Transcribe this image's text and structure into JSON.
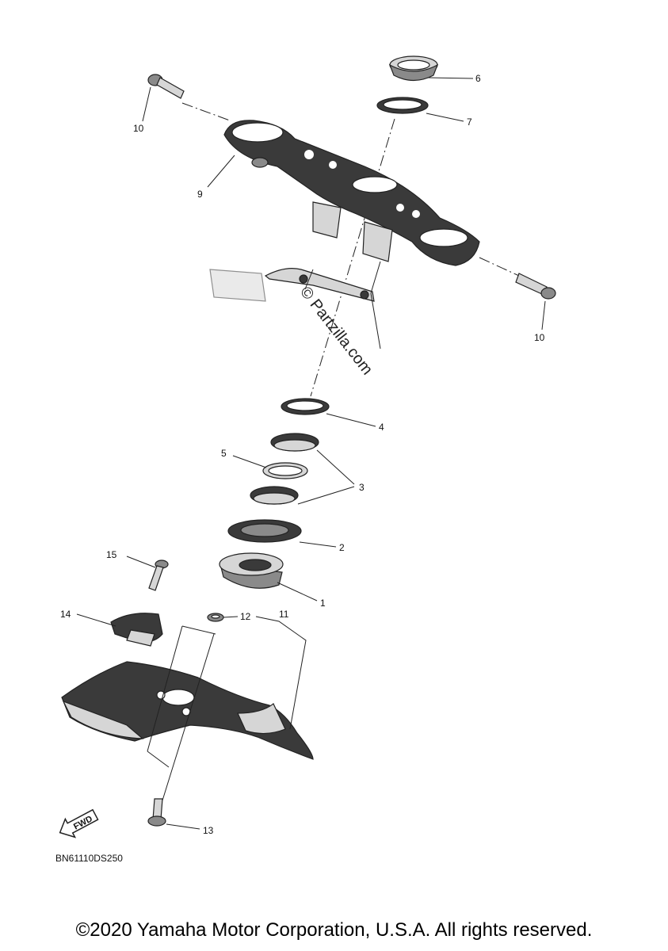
{
  "callouts": {
    "c1": "1",
    "c2": "2",
    "c3": "3",
    "c4": "4",
    "c5": "5",
    "c6": "6",
    "c7": "7",
    "c9": "9",
    "c10a": "10",
    "c10b": "10",
    "c11": "11",
    "c12": "12",
    "c13": "13",
    "c14": "14",
    "c15": "15"
  },
  "fwd_label": "FWD",
  "diagram_code": "BN61110DS250",
  "watermark": "© Partzilla.com",
  "copyright": "©2020 Yamaha Motor Corporation, U.S.A. All rights reserved."
}
